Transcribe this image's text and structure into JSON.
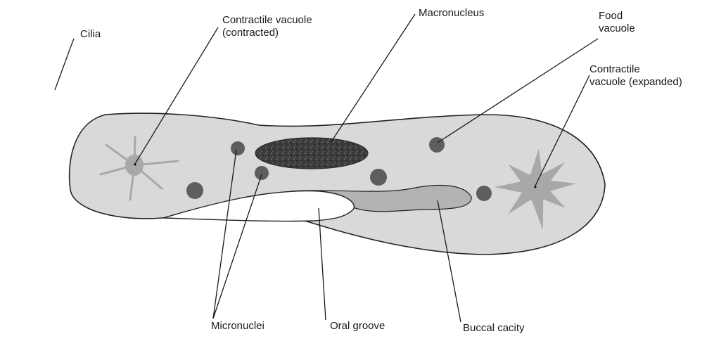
{
  "diagram": {
    "labels": {
      "cilia": "Cilia",
      "contractile_vacuole_contracted": [
        "Contractile vacuole",
        "(contracted)"
      ],
      "macronucleus": "Macronucleus",
      "food_vacuole": [
        "Food",
        "vacuole"
      ],
      "contractile_vacuole_expanded": [
        "Contractile",
        "vacuole (expanded)"
      ],
      "micronuclei": "Micronuclei",
      "oral_groove": "Oral groove",
      "buccal_cavity": "Buccal cacity"
    },
    "colors": {
      "cytoplasm": "#d9d9d9",
      "outline": "#222222",
      "buccal": "#b3b3b3",
      "vacuole_dark": "#5e5e5e",
      "vacuole_light": "#a8a8a8",
      "macronucleus": "#3e3e3e"
    }
  }
}
